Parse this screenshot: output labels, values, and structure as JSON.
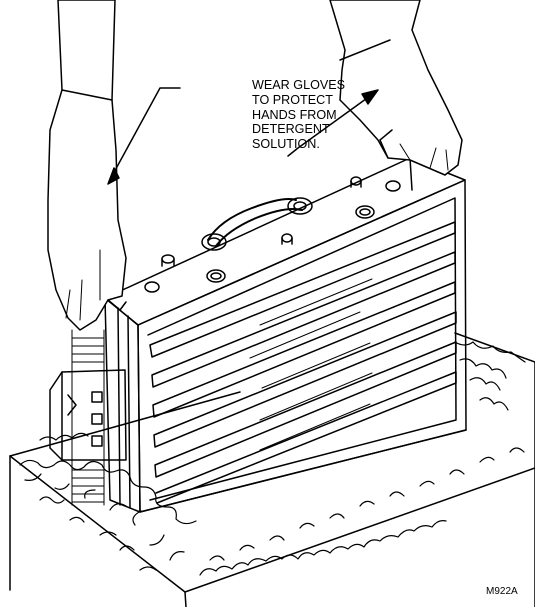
{
  "callout": {
    "lines": [
      "WEAR GLOVES",
      "TO PROTECT",
      "HANDS FROM",
      "DETERGENT",
      "SOLUTION."
    ]
  },
  "figure_id": "M922A"
}
